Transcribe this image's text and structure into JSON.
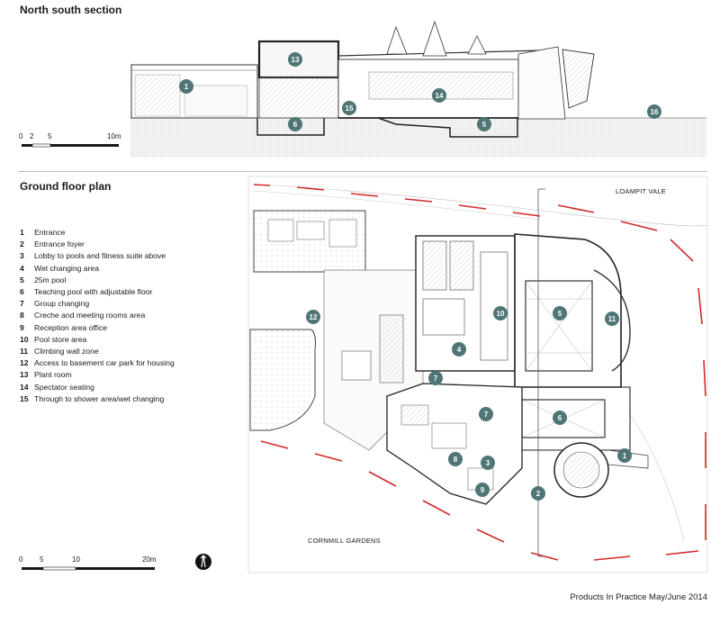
{
  "section": {
    "title": "North south section",
    "markers": [
      "1",
      "13",
      "15",
      "6",
      "14",
      "5",
      "16"
    ],
    "scale_labels": [
      "0",
      "2",
      "5",
      "10m"
    ]
  },
  "plan": {
    "title": "Ground floor plan",
    "street_north": "LOAMPIT VALE",
    "street_south": "CORNMILL GARDENS",
    "markers": [
      "12",
      "10",
      "5",
      "11",
      "4",
      "7",
      "7",
      "6",
      "1",
      "8",
      "3",
      "9",
      "2"
    ],
    "scale_labels": [
      "0",
      "5",
      "10",
      "20m"
    ],
    "north_arrow": "north-arrow-icon"
  },
  "legend": [
    {
      "num": "1",
      "text": "Entrance"
    },
    {
      "num": "2",
      "text": "Entrance foyer"
    },
    {
      "num": "3",
      "text": "Lobby to pools and fitness suite above"
    },
    {
      "num": "4",
      "text": "Wet changing area"
    },
    {
      "num": "5",
      "text": "25m pool"
    },
    {
      "num": "6",
      "text": "Teaching pool with adjustable floor"
    },
    {
      "num": "7",
      "text": "Group changing"
    },
    {
      "num": "8",
      "text": "Creche and meeting rooms area"
    },
    {
      "num": "9",
      "text": "Reception area office"
    },
    {
      "num": "10",
      "text": "Pool store area"
    },
    {
      "num": "11",
      "text": "Climbing wall zone"
    },
    {
      "num": "12",
      "text": "Access to basement car park for housing"
    },
    {
      "num": "13",
      "text": "Plant room"
    },
    {
      "num": "14",
      "text": "Spectator seating"
    },
    {
      "num": "15",
      "text": "Through to shower area/wet changing"
    }
  ],
  "footer": "Products In Practice May/June 2014",
  "colors": {
    "marker": "#4f7575",
    "boundary": "#d22a2a",
    "line": "#555555"
  }
}
